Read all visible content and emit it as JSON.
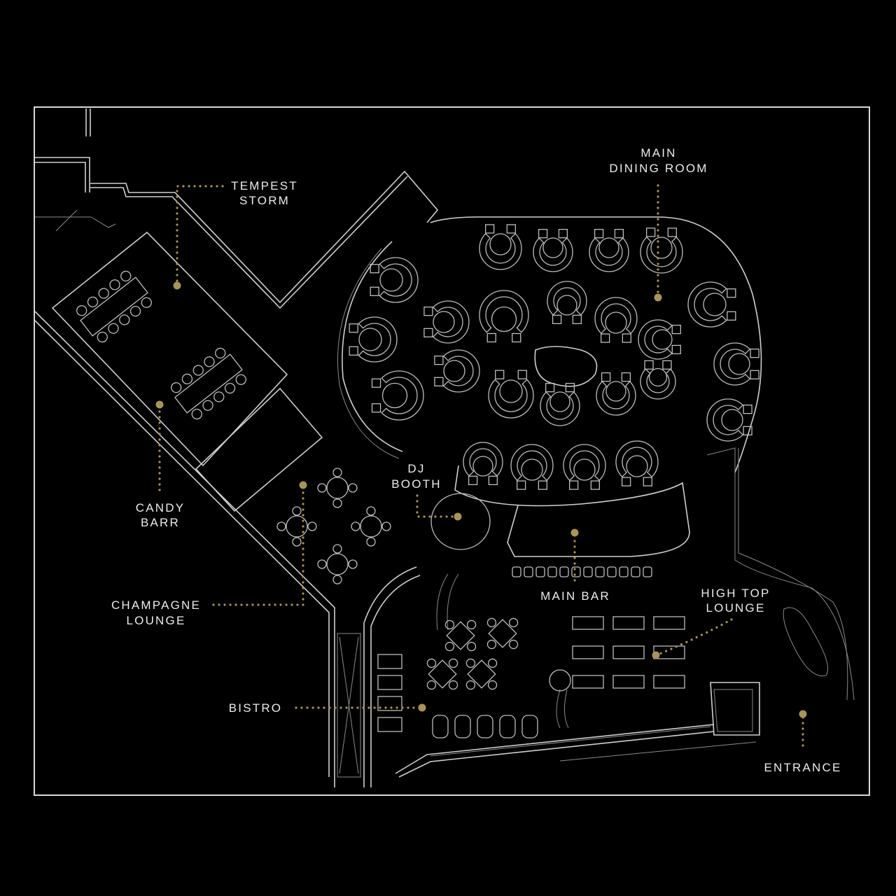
{
  "title": "Floor Plan",
  "accent_color": "#a8935a",
  "areas": {
    "main_dining_room": {
      "line1": "MAIN",
      "line2": "DINING ROOM"
    },
    "tempest_storm": {
      "line1": "TEMPEST",
      "line2": "STORM"
    },
    "candy_barr": {
      "line1": "CANDY",
      "line2": "BARR"
    },
    "champagne_lounge": {
      "line1": "CHAMPAGNE",
      "line2": "LOUNGE"
    },
    "dj_booth": {
      "line1": "DJ",
      "line2": "BOOTH"
    },
    "main_bar": {
      "line1": "MAIN BAR"
    },
    "high_top_lounge": {
      "line1": "HIGH TOP",
      "line2": "LOUNGE"
    },
    "bistro": {
      "line1": "BISTRO"
    },
    "entrance": {
      "line1": "ENTRANCE"
    }
  }
}
